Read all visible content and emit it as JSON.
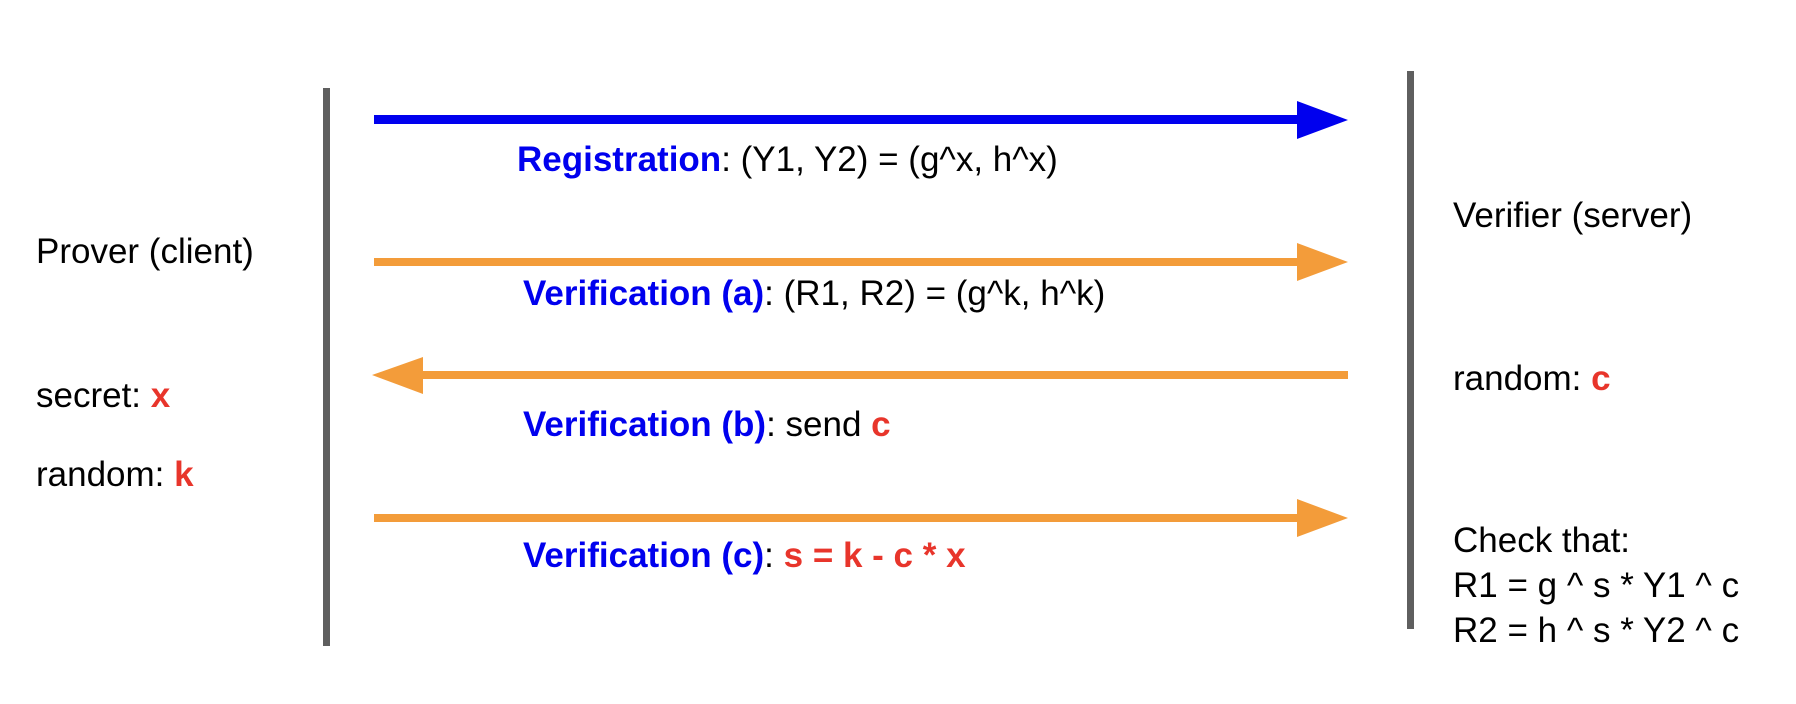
{
  "colors": {
    "lifeline": "#5f5f5f",
    "registration_arrow": "#0000ee",
    "verification_arrow": "#f39c3a",
    "label_blue": "#0000ee",
    "variable_red": "#e8352b",
    "text": "#000000"
  },
  "prover": {
    "title": "Prover (client)",
    "secret_label": "secret: ",
    "secret_value": "x",
    "random_label": "random: ",
    "random_value": "k"
  },
  "verifier": {
    "title": "Verifier (server)",
    "random_label": "random: ",
    "random_value": "c",
    "check_title": "Check that:",
    "check_line1": "R1 = g ^ s * Y1 ^ c",
    "check_line2": "R2 = h ^ s * Y2 ^ c"
  },
  "messages": [
    {
      "direction": "prover-to-verifier",
      "label": "Registration",
      "separator": ": ",
      "body": "(Y1, Y2) = (g^x, h^x)",
      "body_prefix": "",
      "body_red": ""
    },
    {
      "direction": "prover-to-verifier",
      "label": "Verification (a)",
      "separator": ": ",
      "body": "(R1, R2) = (g^k, h^k)",
      "body_prefix": "",
      "body_red": ""
    },
    {
      "direction": "verifier-to-prover",
      "label": "Verification (b)",
      "separator": ": ",
      "body": "",
      "body_prefix": "send ",
      "body_red": "c"
    },
    {
      "direction": "prover-to-verifier",
      "label": "Verification (c)",
      "separator": ": ",
      "body": "",
      "body_prefix": "",
      "body_red": "s = k - c * x"
    }
  ]
}
